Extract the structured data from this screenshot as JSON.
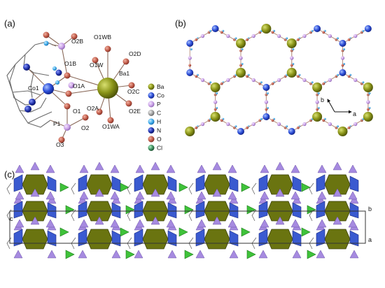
{
  "panels": {
    "a": "(a)",
    "b": "(b)",
    "c": "(c)"
  },
  "atom_labels": {
    "o2b": "O2B",
    "o1wb": "O1WB",
    "o2d": "O2D",
    "o1b": "O1B",
    "o1w": "O1W",
    "ba1": "Ba1",
    "co1": "Co1",
    "o1a": "O1A",
    "o2c": "O2C",
    "o1": "O1",
    "o2a": "O2A",
    "o2e": "O2E",
    "p1": "P1",
    "o2": "O2",
    "o1wa": "O1WA",
    "o3": "O3"
  },
  "legend": [
    {
      "label": "Ba",
      "color": "#808a1a"
    },
    {
      "label": "Co",
      "color": "#2d4fd8"
    },
    {
      "label": "P",
      "color": "#c9a0e6"
    },
    {
      "label": "C",
      "color": "#9a9a9a"
    },
    {
      "label": "H",
      "color": "#3aa8e8"
    },
    {
      "label": "N",
      "color": "#1e2fa8"
    },
    {
      "label": "O",
      "color": "#c04a3a"
    },
    {
      "label": "Cl",
      "color": "#3a8a5a"
    }
  ],
  "axes_b": {
    "b": "b",
    "a": "a"
  },
  "axes_c": {
    "b": "b",
    "c": "c",
    "a": "a"
  },
  "colors": {
    "ba": "#7d8a16",
    "co": "#2d4fd8",
    "p": "#c9a0e6",
    "o": "#c0604f",
    "h": "#3aa8e8",
    "green": "#3fc23a",
    "purple": "#9b7ad8",
    "blue_poly": "#3a5ad0",
    "bond": "#a07a6a"
  }
}
